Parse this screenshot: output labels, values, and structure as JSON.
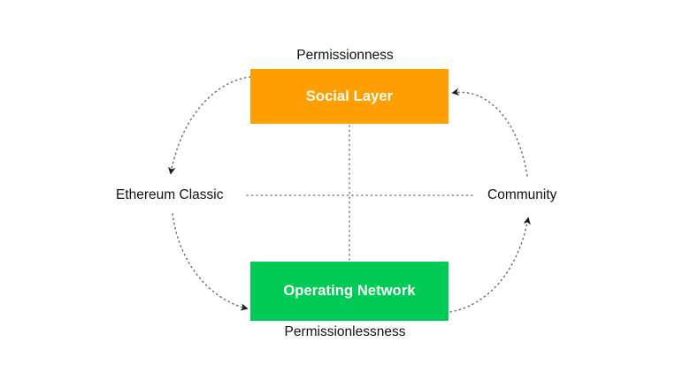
{
  "diagram": {
    "title_axes": {
      "top": "Permissionness",
      "bottom": "Permissionlessness",
      "left": "Ethereum Classic",
      "right": "Community"
    },
    "nodes": [
      {
        "id": "social-layer",
        "label": "Social Layer",
        "color": "#FF9E00",
        "text_color": "#FFFFFF"
      },
      {
        "id": "operating-network",
        "label": "Operating Network",
        "color": "#00CB56",
        "text_color": "#FFFFFF"
      }
    ],
    "colors": {
      "background": "#FFFFFF",
      "orange": "#FF9E00",
      "green": "#00CB56",
      "dotted_line": "#555555",
      "text": "#111111"
    },
    "connectors": {
      "style": "dotted",
      "cycle_direction": "clockwise",
      "arcs": [
        "social-layer to Ethereum Classic",
        "Ethereum Classic to operating-network",
        "operating-network to Community",
        "Community to social-layer"
      ],
      "cross_axis": "dotted vertical line between boxes and dotted horizontal line between side labels"
    }
  }
}
